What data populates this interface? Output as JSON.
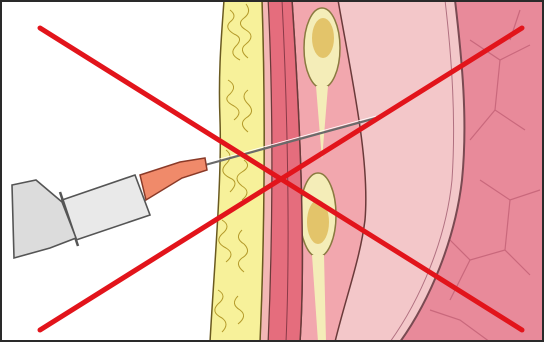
{
  "diagram": {
    "subject": "incorrect-injection-technique",
    "layers": [
      "skin",
      "subcutaneous-fat",
      "muscle-sheath",
      "muscle-bundles",
      "deep-tissue"
    ],
    "instrument": "syringe-with-needle",
    "overlay": "red-x-cross"
  },
  "colors": {
    "background": "#ffffff",
    "border": "#2a2a2a",
    "fat_layer": "#f7f19a",
    "fat_outline": "#b49a2a",
    "skin_layer": "#f3b7b5",
    "muscle_band": "#e56d7d",
    "muscle_light": "#f2a7ae",
    "nodule": "#f4edb8",
    "nodule_core": "#e3c46a",
    "tissue_pale": "#f3c7c9",
    "tissue_deep": "#e88a9a",
    "tissue_vein": "#c9687c",
    "syringe_body": "#e9e9e9",
    "syringe_outline": "#555555",
    "needle_hub": "#f08a6a",
    "cross": "#e2141b"
  }
}
